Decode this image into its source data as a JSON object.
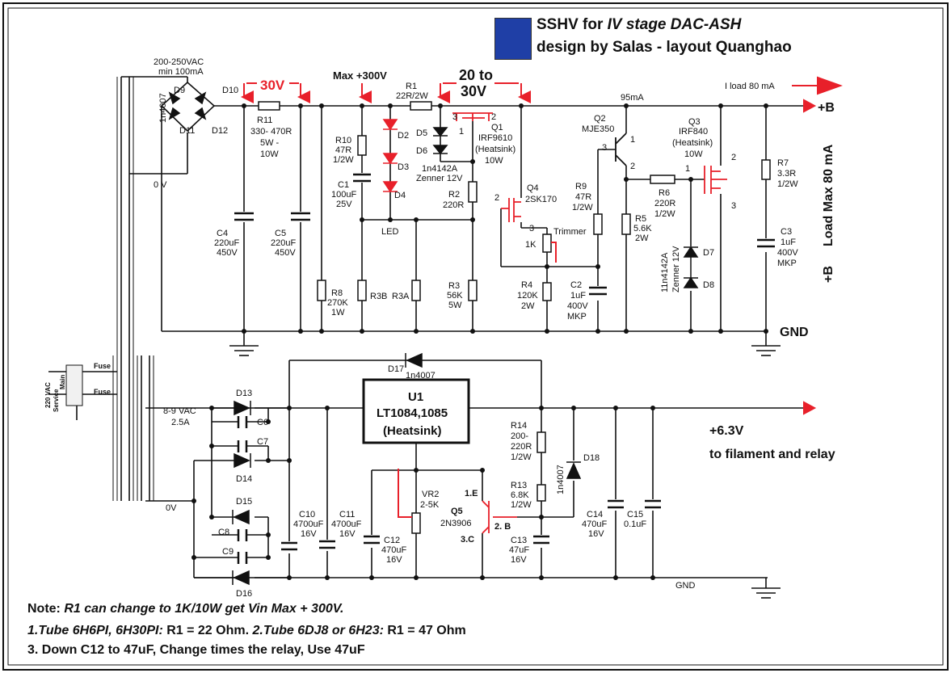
{
  "header": {
    "line1_prefix": "SSHV for ",
    "line1_italic": "IV stage DAC-ASH",
    "line2": "design by Salas - layout Quanghao"
  },
  "labels": {
    "supply_in": "200-250VAC",
    "supply_min": "min 100mA",
    "d9": "D9",
    "d10": "D10",
    "d11": "D11",
    "d12": "D12",
    "n4007_bridge": "1n4007",
    "v30": "30V",
    "max300": "Max +300V",
    "v20to": "20 to",
    "v30b": "30V",
    "r11": "R11",
    "r11_val1": "330- 470R",
    "r11_val2": "5W -",
    "r11_val3": "10W",
    "zero_v": "0 V",
    "c4": "C4",
    "c4_v1": "220uF",
    "c4_v2": "450V",
    "c5": "C5",
    "c5_v1": "220uF",
    "c5_v2": "450V",
    "r1": "R1",
    "r1_val": "22R/2W",
    "r10": "R10",
    "r10_v1": "47R",
    "r10_v2": "1/2W",
    "c1": "C1",
    "c1_v1": "100uF",
    "c1_v2": "25V",
    "d2": "D2",
    "d3": "D3",
    "d4": "D4",
    "led": "LED",
    "d5": "D5",
    "d6": "D6",
    "d56_v1": "1n4142A",
    "d56_v2": "Zenner 12V",
    "q1": "Q1",
    "q1_v1": "IRF9610",
    "q1_v2": "(Heatsink)",
    "q1_v3": "10W",
    "r2": "R2",
    "r2_v": "220R",
    "r8": "R8",
    "r8_v1": "270K",
    "r8_v2": "1W",
    "r3b": "R3B",
    "r3a": "R3A",
    "r3": "R3",
    "r3_v1": "56K",
    "r3_v2": "5W",
    "q4": "Q4",
    "q4_v": "2SK170",
    "trimmer": "Trimmer",
    "trim_v": "1K",
    "r4": "R4",
    "r4_v1": "120K",
    "r4_v2": "2W",
    "c2": "C2",
    "c2_v1": "1uF",
    "c2_v2": "400V",
    "c2_v3": "MKP",
    "r9": "R9",
    "r9_v1": "47R",
    "r9_v2": "1/2W",
    "q2": "Q2",
    "q2_v": "MJE350",
    "ma95": "95mA",
    "r5": "R5",
    "r5_v1": "5.6K",
    "r5_v2": "2W",
    "r6": "R6",
    "r6_v1": "220R",
    "r6_v2": "1/2W",
    "q3": "Q3",
    "q3_v1": "IRF840",
    "q3_v2": "(Heatsink)",
    "q3_v3": "10W",
    "d78_v1": "11n4142A",
    "d78_v2": "Zenner 12V",
    "d7": "D7",
    "d8": "D8",
    "r7": "R7",
    "r7_v1": "3.3R",
    "r7_v2": "1/2W",
    "c3": "C3",
    "c3_v1": "1uF",
    "c3_v2": "400V",
    "c3_v3": "MKP",
    "iload": "I load 80 mA",
    "plus_b": "+B",
    "plus_b2": "+B",
    "load_max": "Load Max 80 mA",
    "gnd": "GND",
    "gnd2": "GND",
    "fuse1": "Fuse",
    "fuse2": "Fuse",
    "vac220": "220 VAC",
    "service": "Service",
    "main": "Main",
    "filament_in1": "8-9 VAC",
    "filament_in2": "2.5A",
    "zero_v2": "0V",
    "d13": "D13",
    "d14": "D14",
    "d15": "D15",
    "d16": "D16",
    "c6": "C6",
    "c7": "C7",
    "c8": "C8",
    "c9": "C9",
    "d17": "D17",
    "d17_v": "1n4007",
    "u1": "U1",
    "u1_v1": "LT1084,1085",
    "u1_v2": "(Heatsink)",
    "c10": "C10",
    "c10_v1": "4700uF",
    "c10_v2": "16V",
    "c11": "C11",
    "c11_v1": "4700uF",
    "c11_v2": "16V",
    "c12": "C12",
    "c12_v1": "470uF",
    "c12_v2": "16V",
    "vr2": "VR2",
    "vr2_v": "2-5K",
    "q5": "Q5",
    "q5_v": "2N3906",
    "q5_e": "1.E",
    "q5_b": "2. B",
    "q5_c": "3.C",
    "r14": "R14",
    "r14_v1": "200-",
    "r14_v2": "220R",
    "r14_v3": "1/2W",
    "r13": "R13",
    "r13_v1": "6.8K",
    "r13_v2": "1/2W",
    "c13": "C13",
    "c13_v1": "47uF",
    "c13_v2": "16V",
    "d18": "D18",
    "d18_v": "1n4007",
    "c14": "C14",
    "c14_v1": "470uF",
    "c14_v2": "16V",
    "c15": "C15",
    "c15_v": "0.1uF",
    "out_v": "+6.3V",
    "out_desc": "to filament and relay",
    "pin1": "1",
    "pin2": "2",
    "pin3": "3"
  },
  "notes": {
    "n1_prefix": "Note: ",
    "n1_italic": "R1 can change to 1K/10W get Vin Max + 300V.",
    "n2_a": "1.Tube 6H6PI, 6H30PI: ",
    "n2_b": "R1 = 22 Ohm.  ",
    "n2_c": "2.Tube 6DJ8 or 6H23: ",
    "n2_d": "R1 = 47 Ohm",
    "n3": "3. Down C12 to 47uF, Change times the relay, Use 47uF"
  },
  "colors": {
    "wire": "#111111",
    "accent": "#e8202a",
    "logo": "#1f3fa6"
  }
}
